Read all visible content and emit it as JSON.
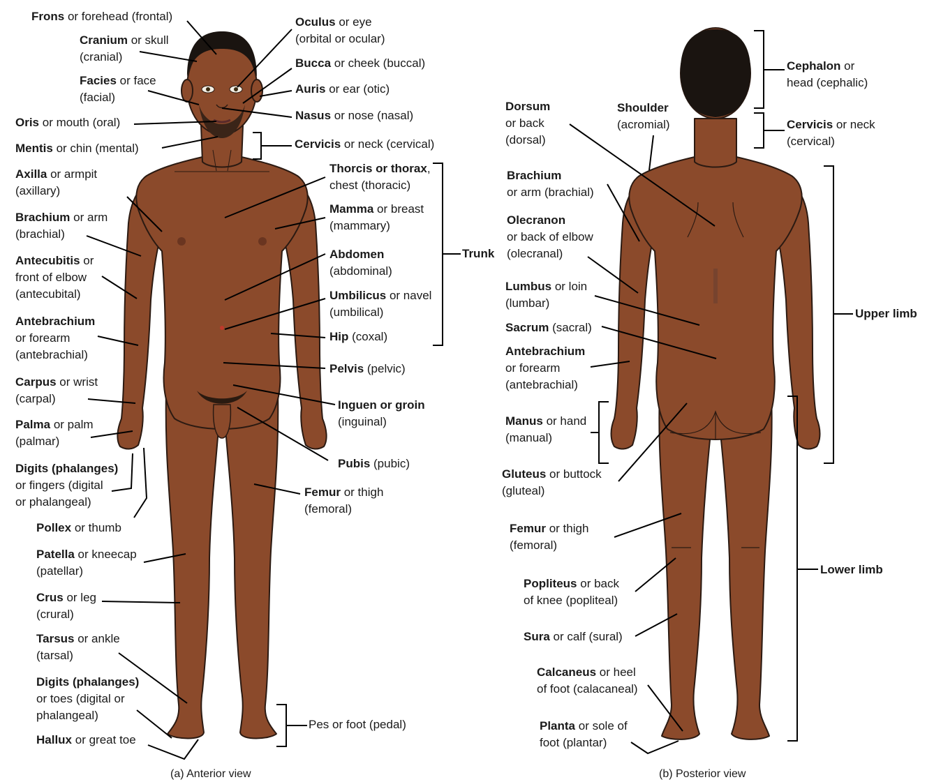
{
  "anterior": {
    "caption": "(a) Anterior view",
    "labels": {
      "frons": {
        "term": "Frons",
        "rest": " or forehead (frontal)"
      },
      "cranium": {
        "term": "Cranium",
        "rest": " or skull",
        "line2": "(cranial)"
      },
      "facies": {
        "term": "Facies",
        "rest": " or face",
        "line2": "(facial)"
      },
      "oris": {
        "term": "Oris",
        "rest": " or mouth (oral)"
      },
      "mentis": {
        "term": "Mentis",
        "rest": " or chin (mental)"
      },
      "axilla": {
        "term": "Axilla",
        "rest": " or armpit",
        "line2": "(axillary)"
      },
      "brachium": {
        "term": "Brachium",
        "rest": " or arm",
        "line2": "(brachial)"
      },
      "antecubitis": {
        "term": "Antecubitis",
        "rest": " or",
        "line2": "front of elbow",
        "line3": "(antecubital)"
      },
      "antebrachium": {
        "term": "Antebrachium",
        "rest": "",
        "line2": "or forearm",
        "line3": "(antebrachial)"
      },
      "carpus": {
        "term": "Carpus",
        "rest": " or wrist",
        "line2": "(carpal)"
      },
      "palma": {
        "term": "Palma",
        "rest": " or palm",
        "line2": "(palmar)"
      },
      "digits_hand": {
        "term": "Digits (phalanges)",
        "rest": "",
        "line2": "or fingers (digital",
        "line3": "or phalangeal)"
      },
      "pollex": {
        "term": "Pollex",
        "rest": " or thumb"
      },
      "patella": {
        "term": "Patella",
        "rest": " or kneecap",
        "line2": "(patellar)"
      },
      "crus": {
        "term": "Crus",
        "rest": " or leg",
        "line2": "(crural)"
      },
      "tarsus": {
        "term": "Tarsus",
        "rest": " or ankle",
        "line2": "(tarsal)"
      },
      "digits_foot": {
        "term": "Digits (phalanges)",
        "rest": "",
        "line2": "or toes (digital or",
        "line3": "phalangeal)"
      },
      "hallux": {
        "term": "Hallux",
        "rest": " or great toe"
      },
      "oculus": {
        "term": "Oculus",
        "rest": " or eye",
        "line2": "(orbital or ocular)"
      },
      "bucca": {
        "term": "Bucca",
        "rest": " or cheek (buccal)"
      },
      "auris": {
        "term": "Auris",
        "rest": " or ear (otic)"
      },
      "nasus": {
        "term": "Nasus",
        "rest": " or nose (nasal)"
      },
      "cervicis": {
        "term": "Cervicis",
        "rest": " or neck (cervical)"
      },
      "thorcis": {
        "term": "Thorcis or thorax",
        "rest": ",",
        "line2": "chest (thoracic)"
      },
      "mamma": {
        "term": "Mamma",
        "rest": " or breast",
        "line2": "(mammary)"
      },
      "abdomen": {
        "term": "Abdomen",
        "rest": "",
        "line2": "(abdominal)"
      },
      "umbilicus": {
        "term": "Umbilicus",
        "rest": " or navel",
        "line2": "(umbilical)"
      },
      "hip": {
        "term": "Hip",
        "rest": " (coxal)"
      },
      "pelvis": {
        "term": "Pelvis",
        "rest": " (pelvic)"
      },
      "inguen": {
        "term": "Inguen or groin",
        "rest": "",
        "line2": "(inguinal)"
      },
      "pubis": {
        "term": "Pubis",
        "rest": " (pubic)"
      },
      "femur": {
        "term": "Femur",
        "rest": " or thigh",
        "line2": "(femoral)"
      },
      "trunk": {
        "term": "Trunk",
        "rest": ""
      },
      "pes": {
        "term": "",
        "rest": "Pes or foot (pedal)"
      }
    }
  },
  "posterior": {
    "caption": "(b) Posterior view",
    "labels": {
      "dorsum": {
        "term": "Dorsum",
        "rest": "",
        "line2": "or back",
        "line3": "(dorsal)"
      },
      "shoulder": {
        "term": "Shoulder",
        "rest": "",
        "line2": "(acromial)"
      },
      "brachium": {
        "term": "Brachium",
        "rest": "",
        "line2": "or arm (brachial)"
      },
      "olecranon": {
        "term": "Olecranon",
        "rest": "",
        "line2": "or back of elbow",
        "line3": "(olecranal)"
      },
      "lumbus": {
        "term": "Lumbus",
        "rest": " or loin",
        "line2": "(lumbar)"
      },
      "sacrum": {
        "term": "Sacrum",
        "rest": " (sacral)"
      },
      "antebrachium": {
        "term": "Antebrachium",
        "rest": "",
        "line2": "or forearm",
        "line3": "(antebrachial)"
      },
      "manus": {
        "term": "Manus",
        "rest": " or hand",
        "line2": "(manual)"
      },
      "gluteus": {
        "term": "Gluteus",
        "rest": " or buttock",
        "line2": "(gluteal)"
      },
      "femur": {
        "term": "Femur",
        "rest": " or thigh",
        "line2": "(femoral)"
      },
      "popliteus": {
        "term": "Popliteus",
        "rest": " or back",
        "line2": "of knee (popliteal)"
      },
      "sura": {
        "term": "Sura",
        "rest": " or calf (sural)"
      },
      "calcaneus": {
        "term": "Calcaneus",
        "rest": " or heel",
        "line2": "of foot (calacaneal)"
      },
      "planta": {
        "term": "Planta",
        "rest": " or sole of",
        "line2": "foot (plantar)"
      },
      "cephalon": {
        "term": "Cephalon",
        "rest": " or",
        "line2": "head (cephalic)"
      },
      "cervicis": {
        "term": "Cervicis",
        "rest": " or neck",
        "line2": "(cervical)"
      },
      "upper_limb": {
        "term": "Upper limb",
        "rest": ""
      },
      "lower_limb": {
        "term": "Lower limb",
        "rest": ""
      }
    }
  },
  "colors": {
    "skin": "#8b4a2b",
    "skin_outline": "#2b1a12",
    "hair": "#1a1410",
    "line": "#000000"
  }
}
